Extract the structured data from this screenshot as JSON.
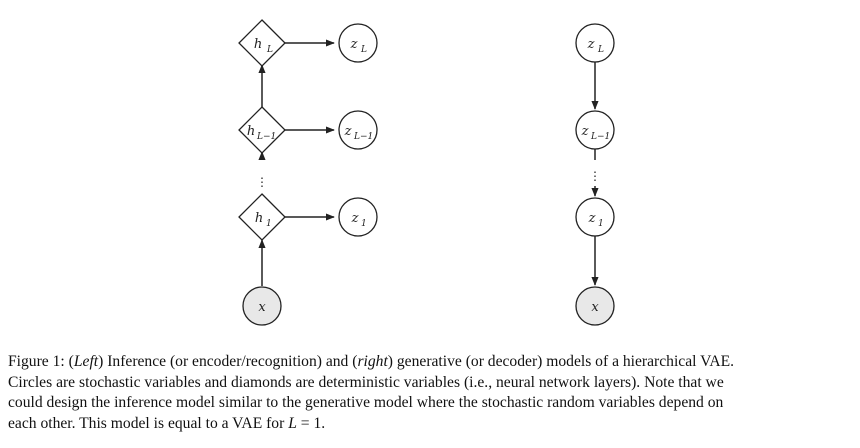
{
  "diagram": {
    "left": {
      "h_nodes": [
        {
          "base": "h",
          "sub": "L"
        },
        {
          "base": "h",
          "sub": "L−1"
        },
        {
          "base": "h",
          "sub": "1"
        }
      ],
      "z_nodes": [
        {
          "base": "z",
          "sub": "L"
        },
        {
          "base": "z",
          "sub": "L−1"
        },
        {
          "base": "z",
          "sub": "1"
        }
      ],
      "x_node": {
        "base": "x"
      }
    },
    "right": {
      "z_nodes": [
        {
          "base": "z",
          "sub": "L"
        },
        {
          "base": "z",
          "sub": "L−1"
        },
        {
          "base": "z",
          "sub": "1"
        }
      ],
      "x_node": {
        "base": "x"
      }
    },
    "colors": {
      "stroke": "#222222",
      "observed_fill": "#e8e8e8",
      "latent_fill": "#ffffff"
    }
  },
  "caption": {
    "figure_label": "Figure 1: ",
    "left_paren_open": "(",
    "left_word": "Left",
    "left_paren_close": ")",
    "part1": " Inference (or encoder/recognition) and ",
    "right_paren_open": "(",
    "right_word": "right",
    "right_paren_close": ")",
    "part2": " generative (or decoder) models of a hierarchical VAE.",
    "line2": "Circles are stochastic variables and diamonds are deterministic variables (i.e., neural network layers).  Note that we",
    "line3": "could design the inference model similar to the generative model where the stochastic random variables depend on",
    "line4_a": "each other. This model is equal to a VAE for ",
    "line4_var": "L",
    "line4_b": " = 1."
  }
}
